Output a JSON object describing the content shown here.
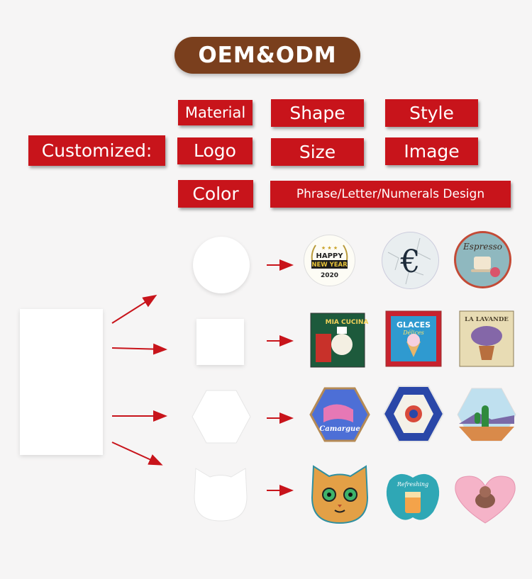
{
  "banner": {
    "title": "OEM&ODM"
  },
  "custom": {
    "label": "Customized:",
    "tags": {
      "material": "Material",
      "shape": "Shape",
      "style": "Style",
      "logo": "Logo",
      "size": "Size",
      "image": "Image",
      "color": "Color",
      "design": "Phrase/Letter/Numerals Design"
    }
  },
  "products": {
    "happy": {
      "line1": "HAPPY",
      "line2": "NEW YEAR",
      "line3": "2020"
    },
    "euro": {
      "symbol": "€"
    },
    "espresso": {
      "title": "Espresso"
    },
    "cucina": {
      "title": "MIA CUCINA"
    },
    "glaces": {
      "title": "GLACES",
      "subtitle": "Délices"
    },
    "lavande": {
      "title": "LA LAVANDE"
    },
    "camargue": {
      "title": "Camargue"
    },
    "refresh": {
      "title": "Refreshing"
    }
  },
  "colors": {
    "brand_red": "#c8141b",
    "banner_brown": "#7a3f1d",
    "arrow_red": "#c8141b"
  }
}
